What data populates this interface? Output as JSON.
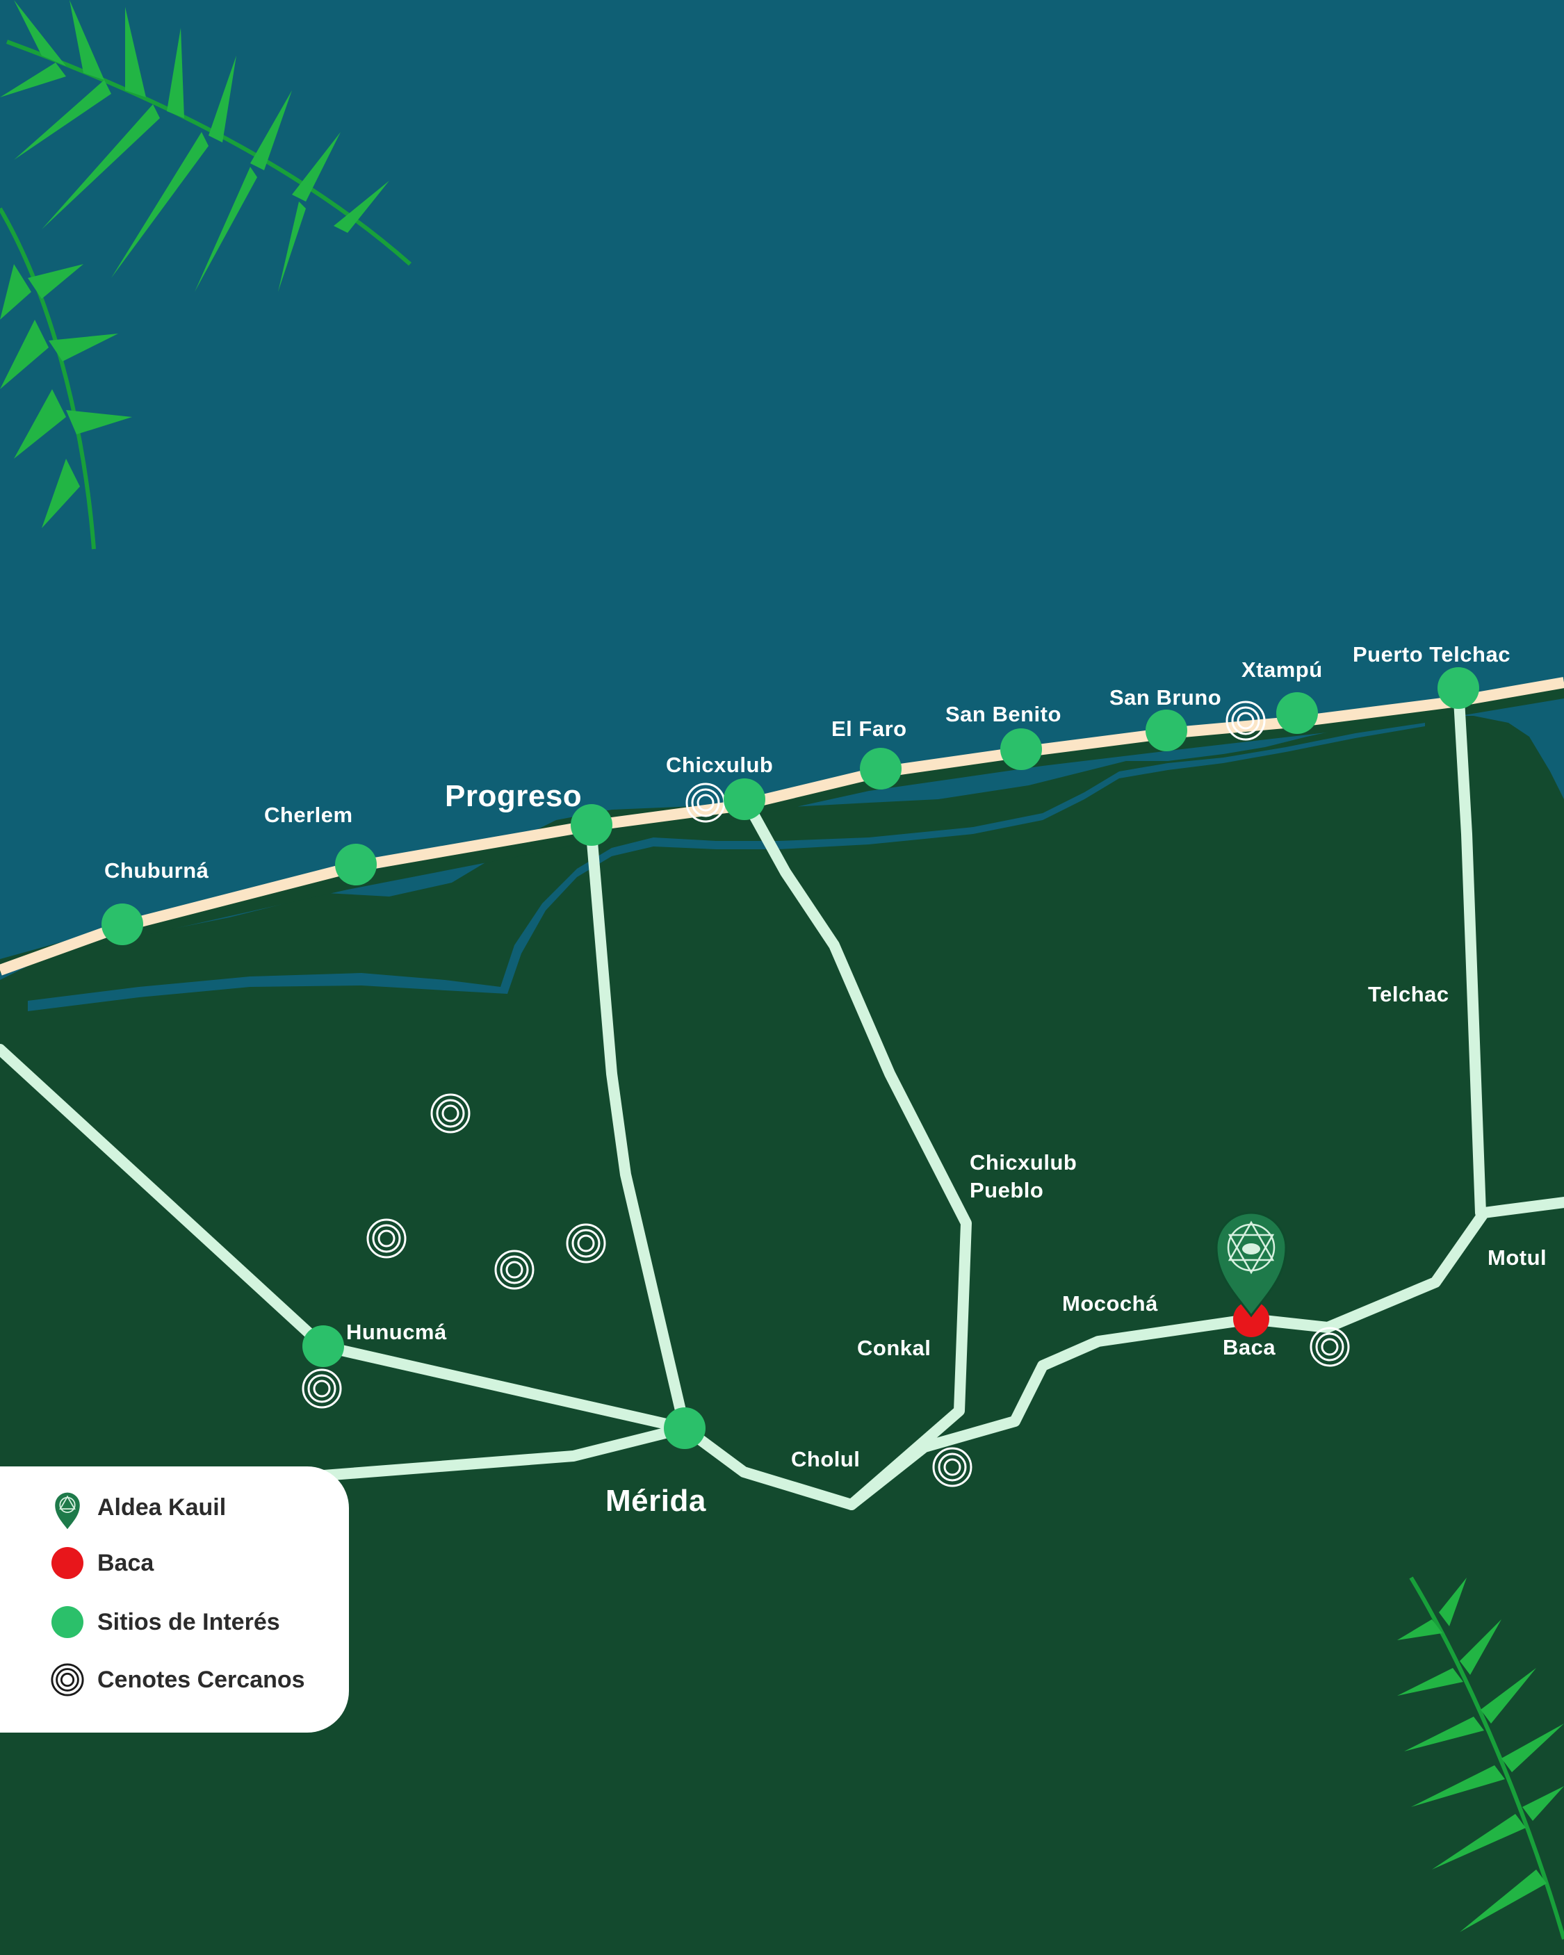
{
  "map": {
    "colors": {
      "sea": "#0f5f74",
      "land": "#134a2e",
      "coast_road": "#fbe5c6",
      "roads": "#d3f4de",
      "site": "#2bc06a",
      "baca": "#e8161b",
      "pin": "#1e7a4a"
    },
    "places": {
      "chuburna": "Chuburná",
      "cherlem": "Cherlem",
      "progreso": "Progreso",
      "chicxulub": "Chicxulub",
      "el_faro": "El Faro",
      "san_benito": "San Benito",
      "san_bruno": "San Bruno",
      "xtampu": "Xtampú",
      "puerto_telchac": "Puerto Telchac",
      "telchac": "Telchac",
      "chicxulub_pueblo_1": "Chicxulub",
      "chicxulub_pueblo_2": "Pueblo",
      "motul": "Motul",
      "mococha": "Mocochá",
      "baca": "Baca",
      "conkal": "Conkal",
      "hunucma": "Hunucmá",
      "cholul": "Cholul",
      "merida": "Mérida"
    }
  },
  "legend": {
    "items": [
      {
        "label": "Aldea Kauil",
        "icon": "location-pin-icon"
      },
      {
        "label": "Baca",
        "icon": "red-dot-icon"
      },
      {
        "label": "Sitios de Interés",
        "icon": "green-dot-icon"
      },
      {
        "label": "Cenotes Cercanos",
        "icon": "cenote-icon"
      }
    ]
  }
}
